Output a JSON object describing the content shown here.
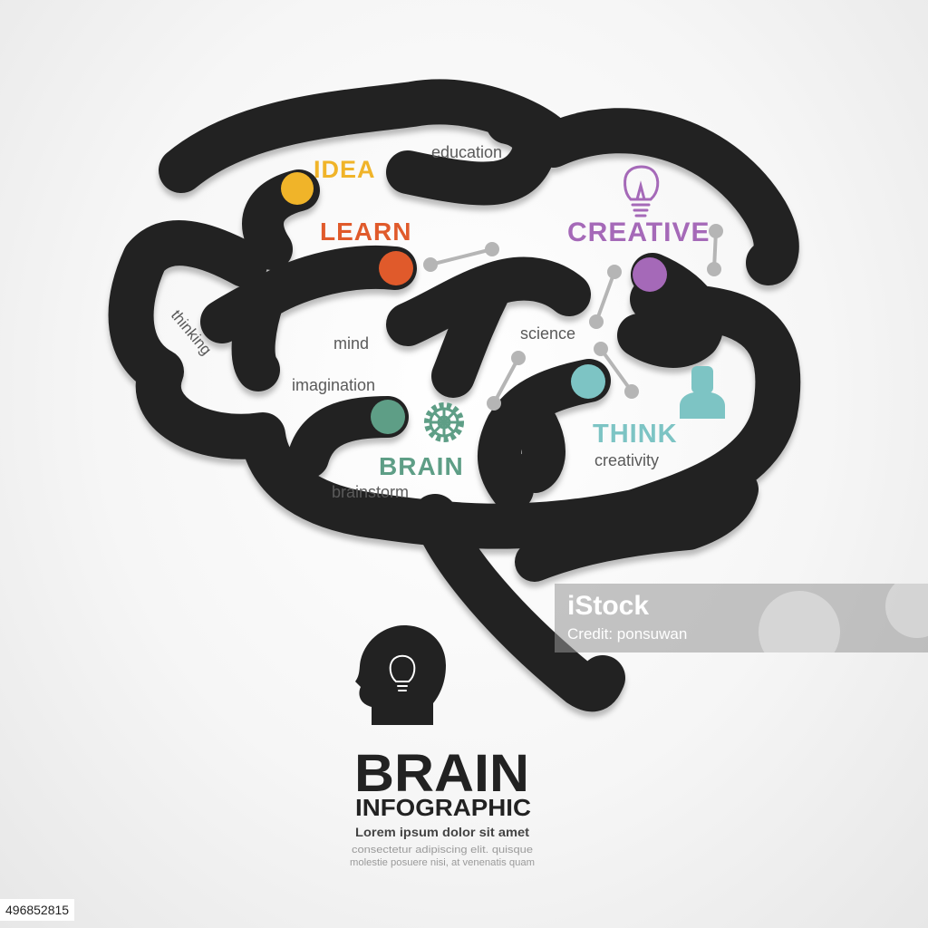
{
  "labels": {
    "idea": "IDEA",
    "learn": "LEARN",
    "creative": "CREATIVE",
    "brain": "BRAIN",
    "think": "THINK",
    "education": "education",
    "thinking": "thinking",
    "mind": "mind",
    "science": "science",
    "imagination": "imagination",
    "brainstorm": "brainstorm",
    "creativity": "creativity"
  },
  "title": {
    "line1": "BRAIN",
    "line2": "INFOGRAPHIC",
    "tagline": "Lorem ipsum dolor sit amet",
    "body1": "consectetur adipiscing elit. quisque",
    "body2": "molestie posuere nisi, at venenatis quam"
  },
  "watermark": {
    "logo": "iStock",
    "credit": "Credit: ponsuwan"
  },
  "stock_id": "496852815",
  "colors": {
    "path": "#222222",
    "idea": "#f0b429",
    "learn": "#e05a2b",
    "creative": "#a569b8",
    "brain": "#5e9e86",
    "think": "#7dc4c4",
    "connector": "#b5b5b5"
  },
  "icons": [
    "lightbulb-icon",
    "gear-icon",
    "person-icon",
    "head-bulb-icon"
  ]
}
